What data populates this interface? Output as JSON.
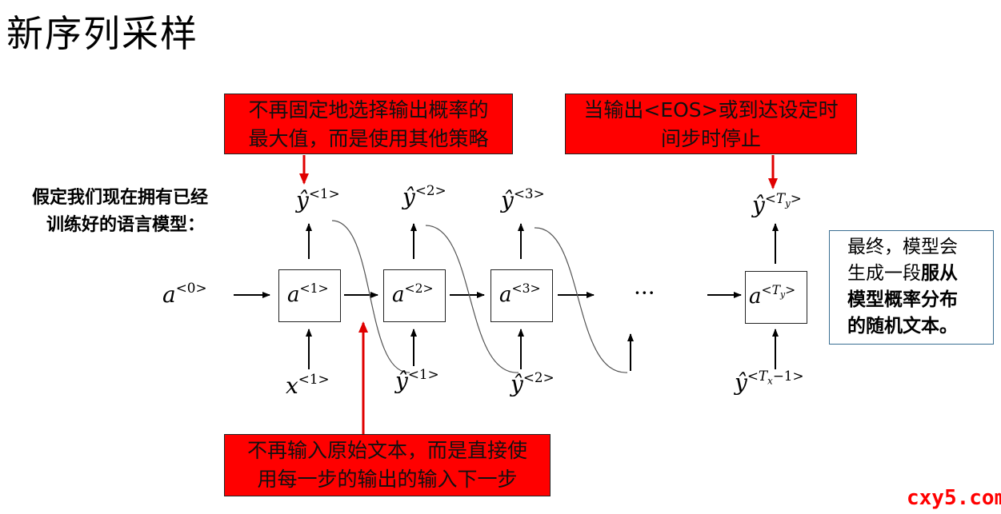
{
  "title": "新序列采样",
  "callouts": {
    "top_left": [
      "不再固定地选择输出概率的",
      "最大值，而是使用其他策略"
    ],
    "top_right": [
      "当输出<EOS>或到达设定时",
      "间步时停止"
    ],
    "bottom": [
      "不再输入原始文本，而是直接使",
      "用每一步的输出的输入下一步"
    ]
  },
  "premise": [
    "假定我们现在拥有已经",
    "训练好的语言模型："
  ],
  "result_box": {
    "line1": "最终，模型会",
    "line2_plain": "生成一段",
    "line2_bold": "服从",
    "line3": "模型概率分布",
    "line4": "的随机文本。"
  },
  "diagram": {
    "a0": {
      "base": "a",
      "sup": "<0>"
    },
    "cells": [
      {
        "base": "a",
        "sup": "<1>"
      },
      {
        "base": "a",
        "sup": "<2>"
      },
      {
        "base": "a",
        "sup": "<3>"
      },
      {
        "base": "a",
        "sup_open": "<",
        "sup_var": "T",
        "sup_sub": "y",
        "sup_close": ">"
      }
    ],
    "outputs": [
      {
        "base": "ŷ",
        "sup": "<1>"
      },
      {
        "base": "ŷ",
        "sup": "<2>"
      },
      {
        "base": "ŷ",
        "sup": "<3>"
      },
      {
        "base": "ŷ",
        "sup_open": "<",
        "sup_var": "T",
        "sup_sub": "y",
        "sup_close": ">"
      }
    ],
    "inputs": [
      {
        "base": "x",
        "sup": "<1>"
      },
      {
        "base": "ŷ",
        "sup": "<1>"
      },
      {
        "base": "ŷ",
        "sup": "<2>"
      },
      {
        "base": "ŷ",
        "sup_open": "<",
        "sup_var": "T",
        "sup_sub": "x",
        "sup_close": "−1>"
      }
    ],
    "ellipsis": "···"
  },
  "colors": {
    "callout": "#ff0000",
    "result_border": "#3a6e92",
    "watermark": "#ff0000"
  },
  "watermark": "cxy5.com"
}
